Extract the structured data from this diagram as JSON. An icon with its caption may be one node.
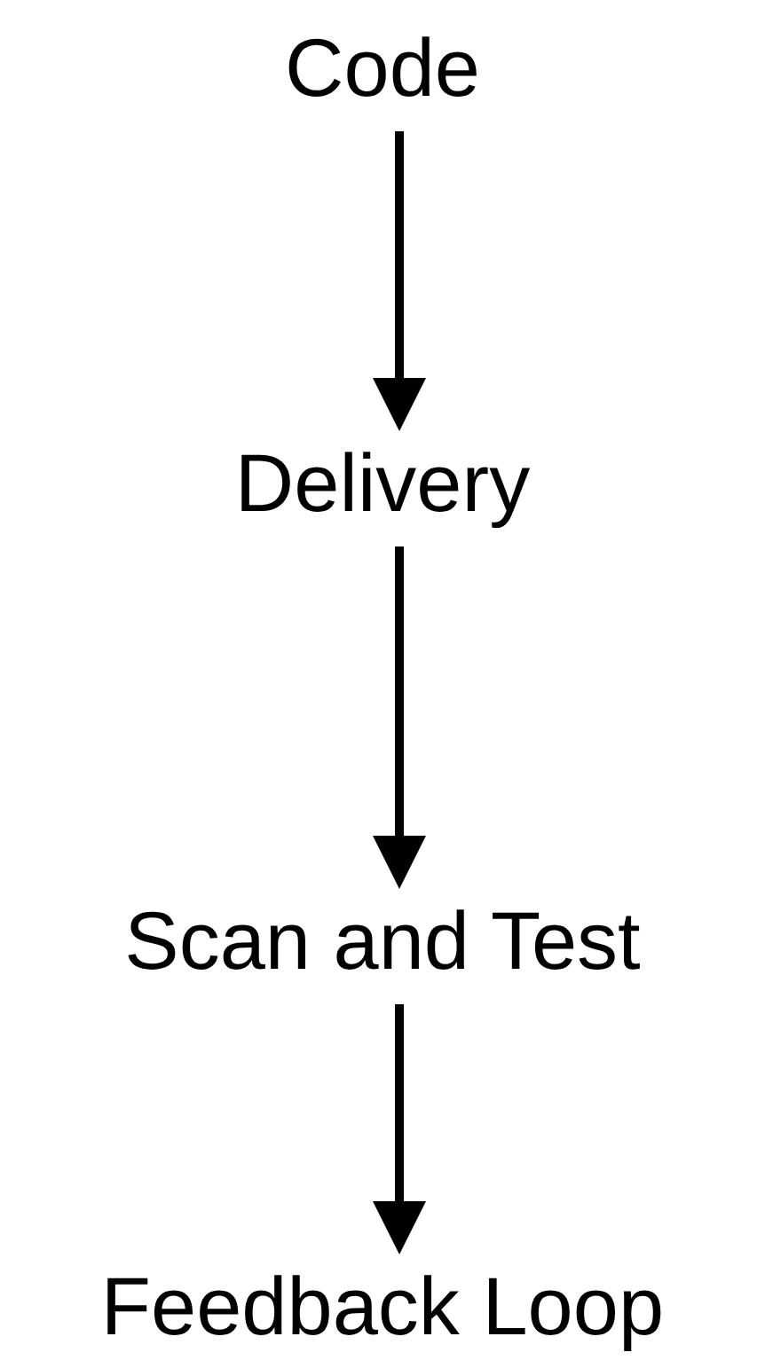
{
  "diagram": {
    "nodes": [
      {
        "text": [
          "Code"
        ]
      },
      {
        "text": [
          "Delivery"
        ]
      },
      {
        "text": [
          "Scan and Test"
        ]
      },
      {
        "text": [
          "Feedback Loop"
        ]
      }
    ],
    "edges": [
      {
        "from": 0,
        "to": 1,
        "arrow": "to"
      },
      {
        "from": 1,
        "to": 2,
        "arrow": "to"
      },
      {
        "from": 2,
        "to": 3,
        "arrow": "to"
      }
    ]
  }
}
